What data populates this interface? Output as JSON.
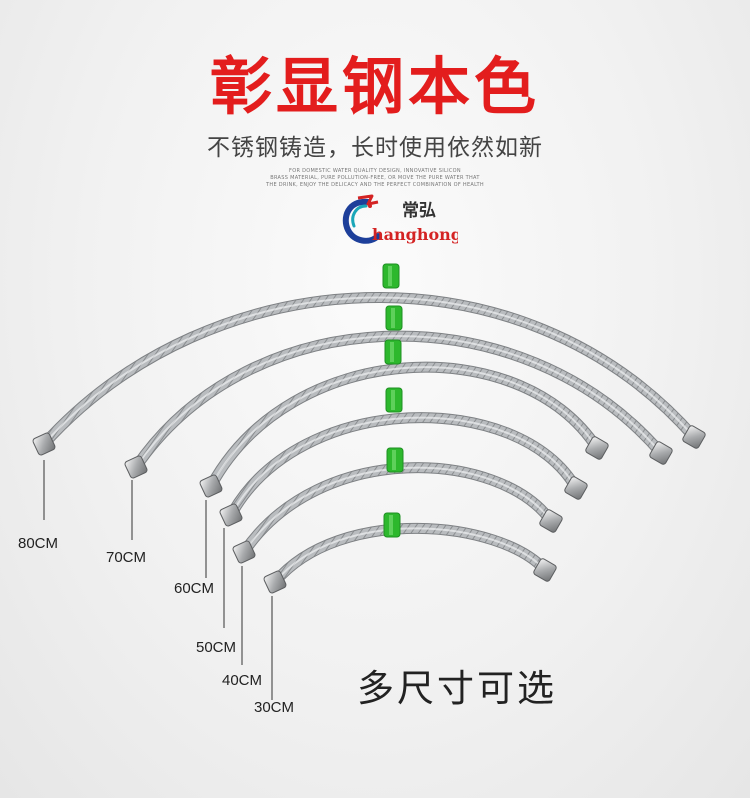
{
  "headline": "彰显钢本色",
  "subline": "不锈钢铸造，长时使用依然如新",
  "english_tagline": [
    "FOR DOMESTIC WATER QUALITY DESIGN, INNOVATIVE SILICON",
    "BRASS MATERIAL, PURE POLLUTION-FREE, OR MOVE THE PURE WATER THAT",
    "THE DRINK, ENJOY THE DELICACY AND THE PERFECT COMBINATION OF HEALTH"
  ],
  "brand": {
    "chinese": "常弘",
    "latin": "hanghong",
    "colors": {
      "red": "#d42323",
      "teal": "#1aa6b8",
      "blue": "#1d3f9a"
    }
  },
  "sizes_caption": "多尺寸可选",
  "sizes": [
    "80CM",
    "70CM",
    "60CM",
    "50CM",
    "40CM",
    "30CM"
  ],
  "colors": {
    "headline": "#e31d1d",
    "clip_green": "#2db82d"
  }
}
